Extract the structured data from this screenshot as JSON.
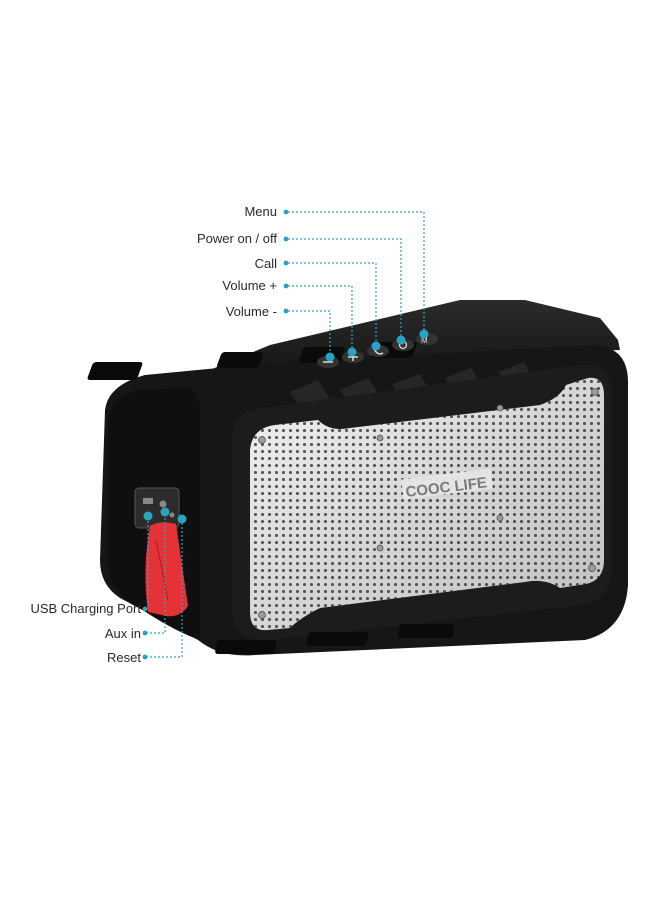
{
  "colors": {
    "accent": "#2aa3c2",
    "body": "#161616",
    "grille": "#d9d9d9",
    "strap": "#e53237"
  },
  "brand": {
    "logo_text": "COOC LIFE"
  },
  "callouts_top": [
    {
      "label": "Menu"
    },
    {
      "label": "Power on / off"
    },
    {
      "label": "Call"
    },
    {
      "label": "Volume +"
    },
    {
      "label": "Volume -"
    }
  ],
  "callouts_side": [
    {
      "label": "USB Charging Port"
    },
    {
      "label": "Aux in"
    },
    {
      "label": "Reset"
    }
  ],
  "icons": [
    "minus-icon",
    "plus-icon",
    "phone-icon",
    "power-icon",
    "menu-icon"
  ]
}
